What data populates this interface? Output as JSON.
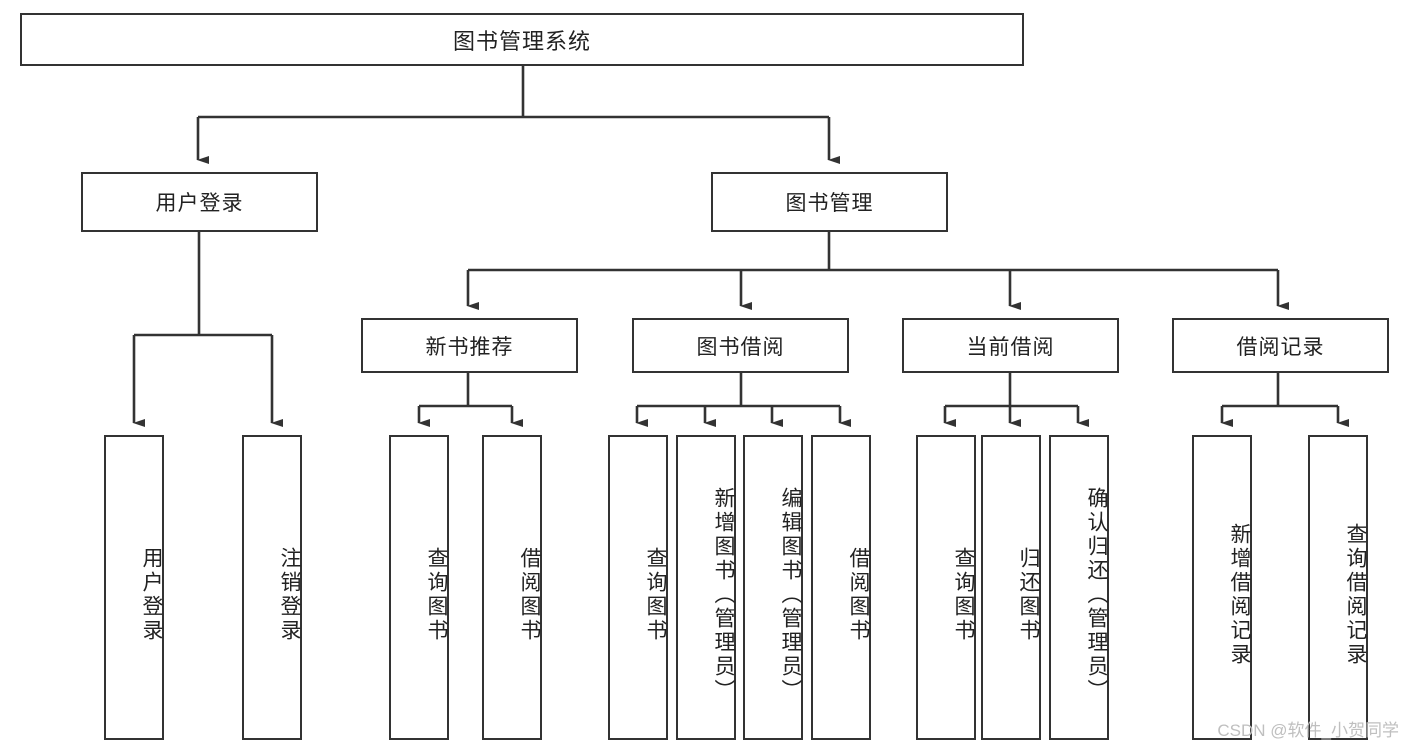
{
  "diagram": {
    "title": "图书管理系统",
    "type": "hierarchy-tree",
    "root": {
      "label": "图书管理系统"
    },
    "level1": [
      {
        "label": "用户登录"
      },
      {
        "label": "图书管理"
      }
    ],
    "level2": [
      {
        "label": "新书推荐"
      },
      {
        "label": "图书借阅"
      },
      {
        "label": "当前借阅"
      },
      {
        "label": "借阅记录"
      }
    ],
    "leaves": {
      "user_login": [
        {
          "label": "用户登录"
        },
        {
          "label": "注销登录"
        }
      ],
      "new_book_recommend": [
        {
          "label": "查询图书"
        },
        {
          "label": "借阅图书"
        }
      ],
      "book_borrow": [
        {
          "label": "查询图书"
        },
        {
          "label": "新增图书（管理员）"
        },
        {
          "label": "编辑图书（管理员）"
        },
        {
          "label": "借阅图书"
        }
      ],
      "current_borrow": [
        {
          "label": "查询图书"
        },
        {
          "label": "归还图书"
        },
        {
          "label": "确认归还（管理员）"
        }
      ],
      "borrow_record": [
        {
          "label": "新增借阅记录"
        },
        {
          "label": "查询借阅记录"
        }
      ]
    }
  },
  "watermark": {
    "text": "CSDN @软件_小贺同学"
  },
  "colors": {
    "border": "#333333",
    "text": "#222222",
    "background": "#ffffff",
    "watermark": "#bfbfbf"
  }
}
